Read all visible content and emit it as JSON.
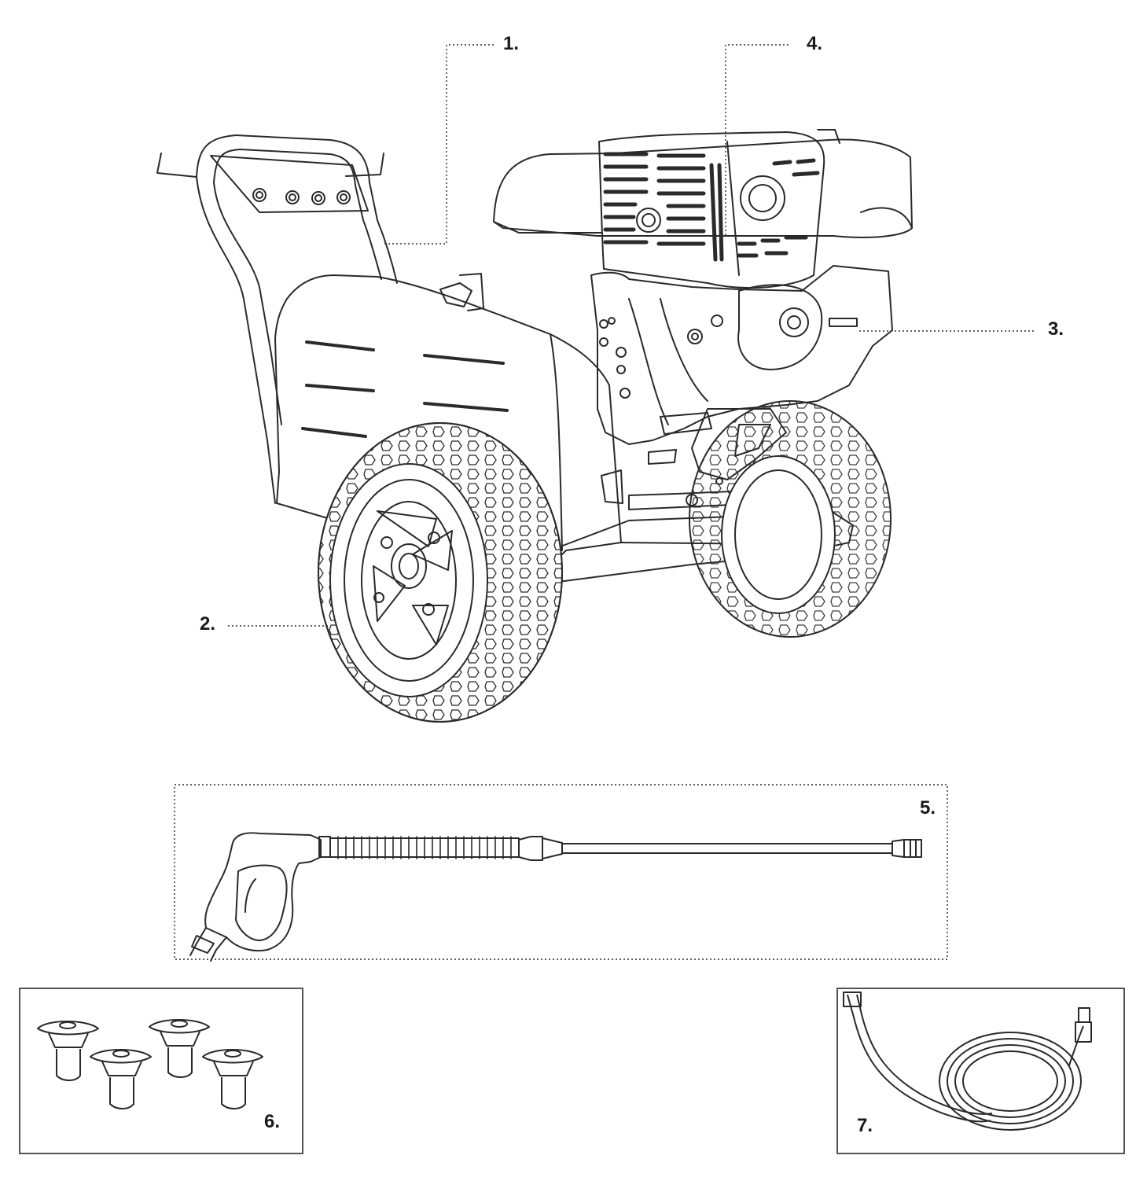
{
  "callouts": {
    "c1": "1.",
    "c2": "2.",
    "c3": "3.",
    "c4": "4.",
    "c5": "5.",
    "c6": "6.",
    "c7": "7."
  },
  "colors": {
    "line": "#2a2a2a",
    "label": "#1a1a1a",
    "background": "#ffffff"
  },
  "icons": {
    "pressure_washer": "pressure-washer-illustration",
    "spray_gun": "spray-gun-wand-illustration",
    "nozzles": "spray-nozzle-tips-illustration",
    "hose": "coiled-hose-illustration"
  }
}
